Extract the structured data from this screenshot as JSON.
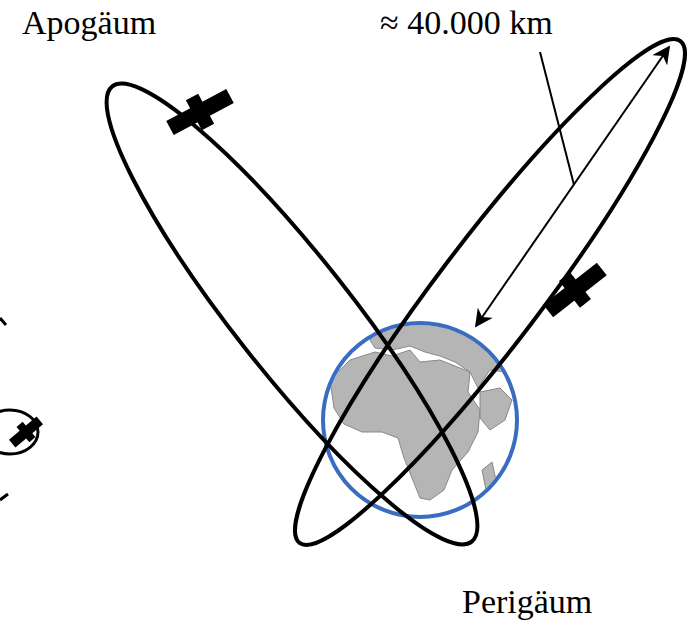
{
  "diagram": {
    "labels": [
      "Apogäum",
      "≈ 40.000 km",
      "Perigäum"
    ]
  }
}
